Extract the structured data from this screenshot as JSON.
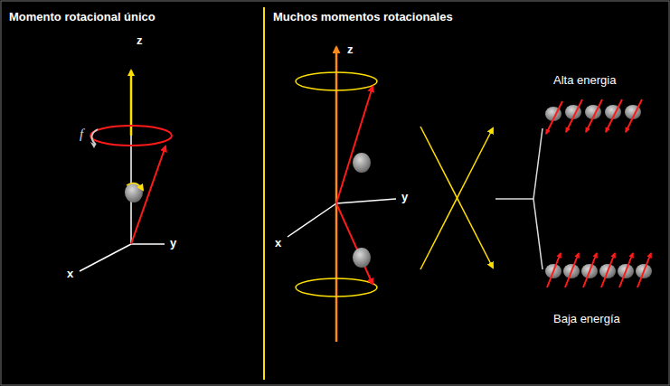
{
  "diagram": {
    "labels": [
      "Momento rotacional único",
      "z",
      "y",
      "x",
      "f",
      "Muchos momentos rotacionales",
      "z",
      "y",
      "x",
      "Alta energia",
      "Baja energía"
    ]
  }
}
